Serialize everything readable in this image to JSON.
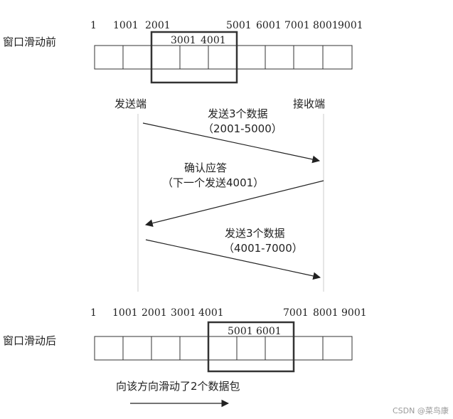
{
  "before": {
    "title": "窗口滑动前",
    "top_labels": [
      "1",
      "1001",
      "2001",
      "5001",
      "6001",
      "7001",
      "8001",
      "9001"
    ],
    "window_labels": [
      "3001",
      "4001"
    ]
  },
  "sender_label": "发送端",
  "receiver_label": "接收端",
  "messages": [
    {
      "line1": "发送3个数据",
      "line2": "（2001-5000）"
    },
    {
      "line1": "确认应答",
      "line2": "（下一个发送4001）"
    },
    {
      "line1": "发送3个数据",
      "line2": "（4001-7000）"
    }
  ],
  "after": {
    "title": "窗口滑动后",
    "top_labels": [
      "1",
      "1001",
      "2001",
      "3001",
      "4001",
      "7001",
      "8001",
      "9001"
    ],
    "window_labels": [
      "5001",
      "6001"
    ]
  },
  "slide_caption": "向该方向滑动了2个数据包",
  "watermark": "CSDN @菜鸟康"
}
